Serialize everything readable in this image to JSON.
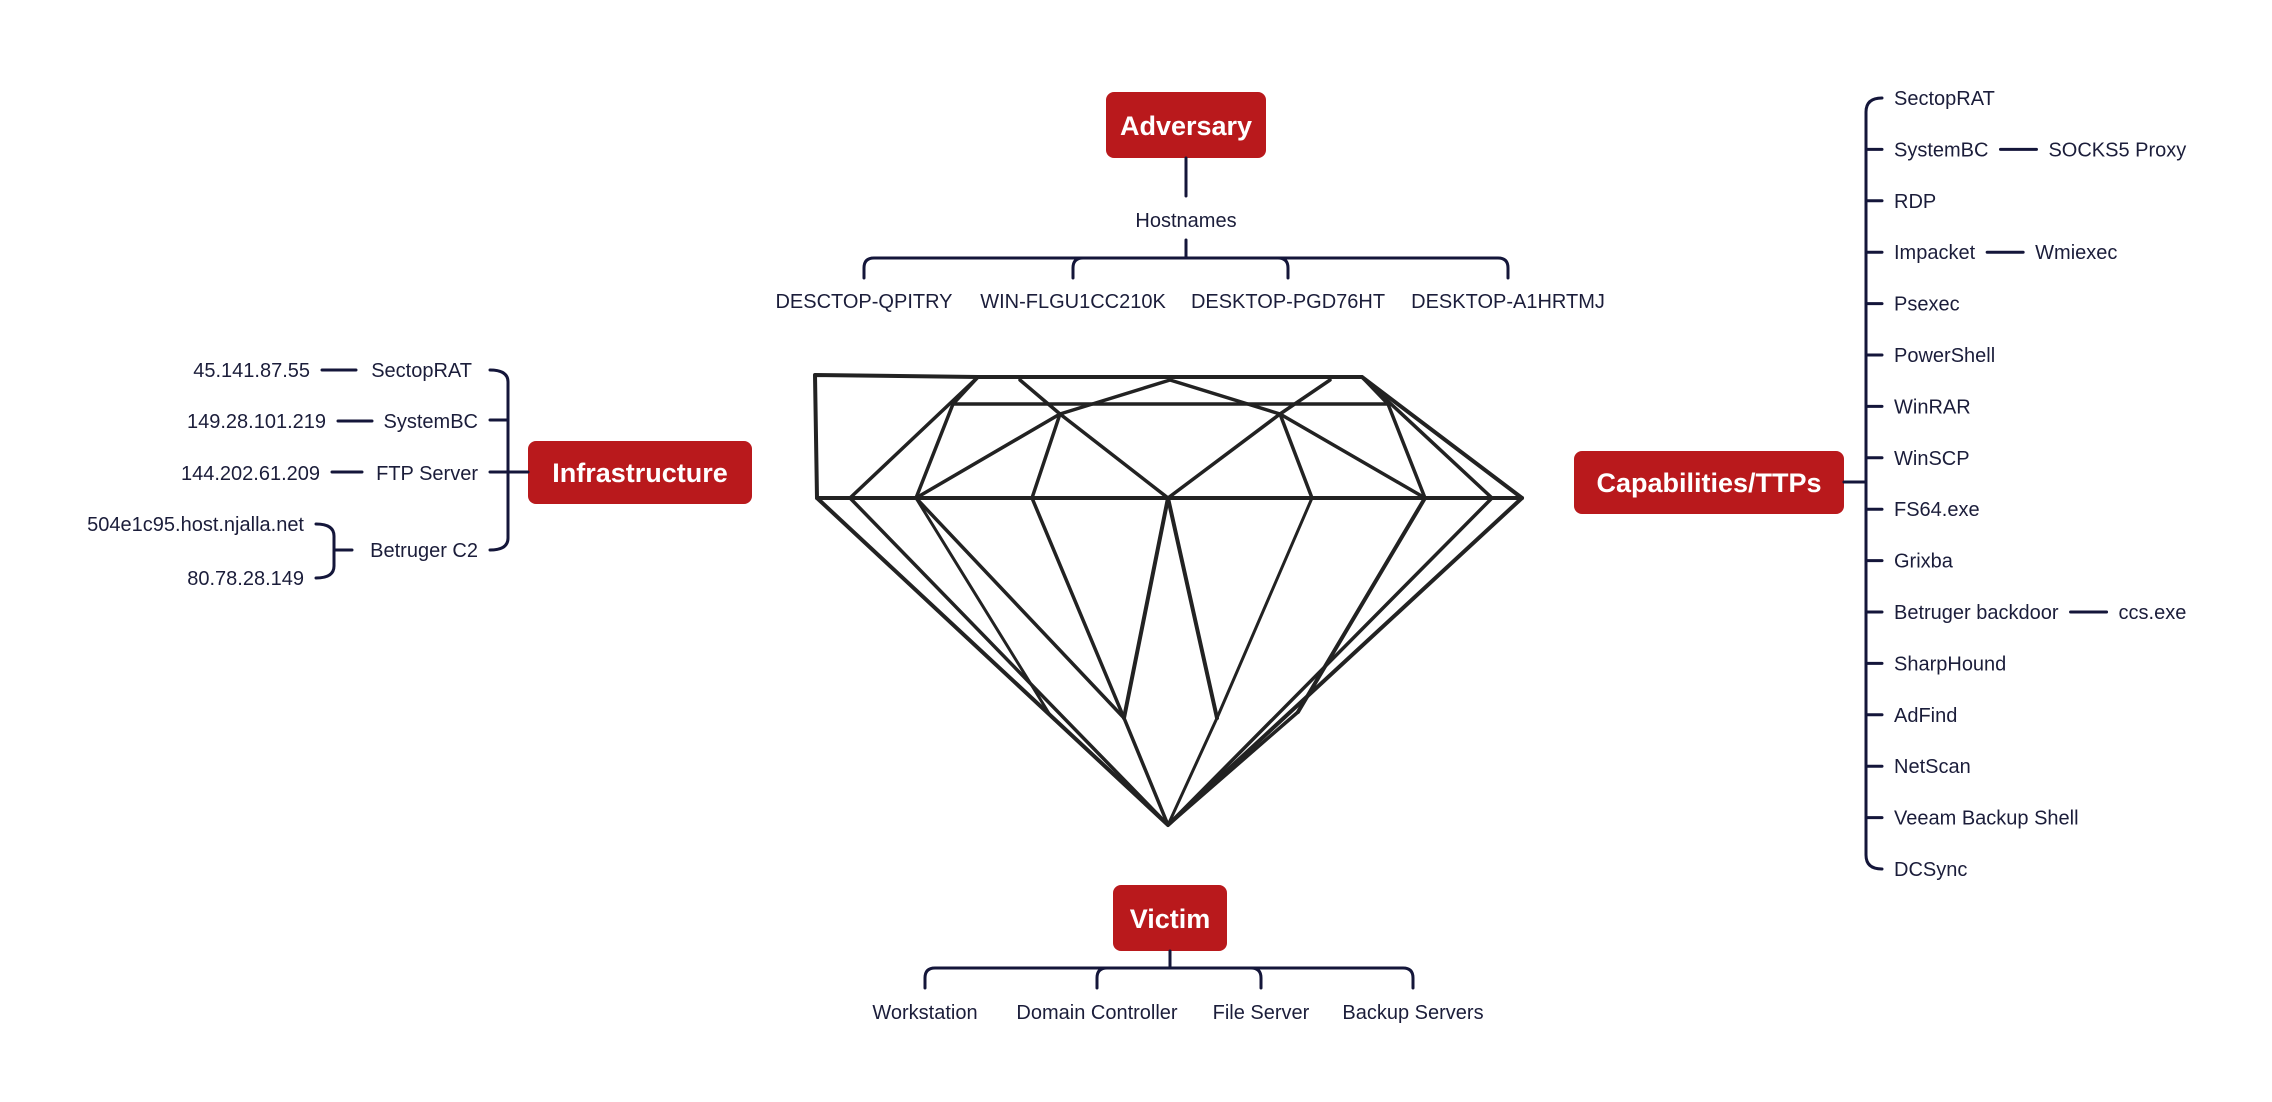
{
  "colors": {
    "box": "#b9191c",
    "line": "#14163a",
    "text": "#1b1d3a"
  },
  "adversary": {
    "title": "Adversary",
    "hostnames_label": "Hostnames",
    "hostnames": [
      "DESCTOP-QPITRY",
      "WIN-FLGU1CC210K",
      "DESKTOP-PGD76HT",
      "DESKTOP-A1HRTMJ"
    ]
  },
  "infrastructure": {
    "title": "Infrastructure",
    "items": [
      {
        "ip": "45.141.87.55",
        "tool": "SectopRAT"
      },
      {
        "ip": "149.28.101.219",
        "tool": "SystemBC"
      },
      {
        "ip": "144.202.61.209",
        "tool": "FTP Server"
      }
    ],
    "betruger": {
      "label": "Betruger C2",
      "hosts": [
        "504e1c95.host.njalla.net",
        "80.78.28.149"
      ]
    }
  },
  "capabilities": {
    "title": "Capabilities/TTPs",
    "items": [
      {
        "name": "SectopRAT"
      },
      {
        "name": "SystemBC",
        "sub": "SOCKS5 Proxy"
      },
      {
        "name": "RDP"
      },
      {
        "name": "Impacket",
        "sub": "Wmiexec"
      },
      {
        "name": "Psexec"
      },
      {
        "name": "PowerShell"
      },
      {
        "name": "WinRAR"
      },
      {
        "name": "WinSCP"
      },
      {
        "name": "FS64.exe"
      },
      {
        "name": "Grixba"
      },
      {
        "name": "Betruger backdoor",
        "sub": "ccs.exe"
      },
      {
        "name": "SharpHound"
      },
      {
        "name": "AdFind"
      },
      {
        "name": "NetScan"
      },
      {
        "name": "Veeam Backup Shell"
      },
      {
        "name": "DCSync"
      }
    ]
  },
  "victim": {
    "title": "Victim",
    "items": [
      "Workstation",
      "Domain Controller",
      "File Server",
      "Backup Servers"
    ]
  }
}
